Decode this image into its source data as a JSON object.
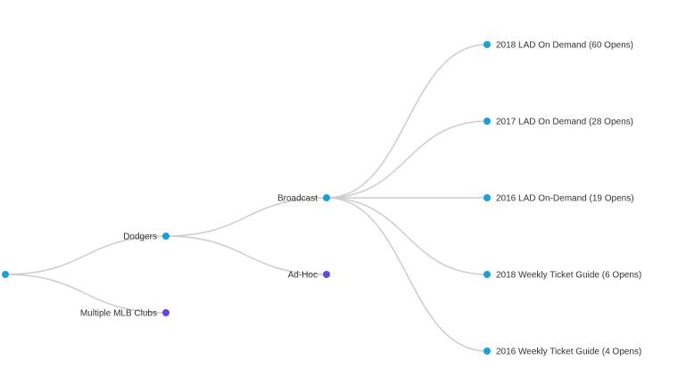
{
  "colors": {
    "link": "#cccccc",
    "branch_node": "#1a9fd9",
    "leaf_node": "#5b4be0",
    "label_text": "#333333"
  },
  "tree": {
    "id": "root",
    "label": "",
    "kind": "branch",
    "children": [
      {
        "id": "dodgers",
        "label": "Dodgers",
        "kind": "branch",
        "children": [
          {
            "id": "broadcast",
            "label": "Broadcast",
            "kind": "branch",
            "children": [
              {
                "id": "lad-2018-od",
                "label": "2018 LAD On Demand (60 Opens)",
                "kind": "branch"
              },
              {
                "id": "lad-2017-od",
                "label": "2017 LAD On Demand (28 Opens)",
                "kind": "branch"
              },
              {
                "id": "lad-2016-od",
                "label": "2016 LAD On-Demand (19 Opens)",
                "kind": "branch"
              },
              {
                "id": "wtg-2018",
                "label": "2018 Weekly Ticket Guide (6 Opens)",
                "kind": "branch"
              },
              {
                "id": "wtg-2016",
                "label": "2016 Weekly Ticket Guide (4 Opens)",
                "kind": "branch"
              }
            ]
          },
          {
            "id": "ad-hoc",
            "label": "Ad-Hoc",
            "kind": "leaf"
          }
        ]
      },
      {
        "id": "multiple-mlb-clubs",
        "label": "Multiple MLB Clubs",
        "kind": "leaf"
      }
    ]
  }
}
